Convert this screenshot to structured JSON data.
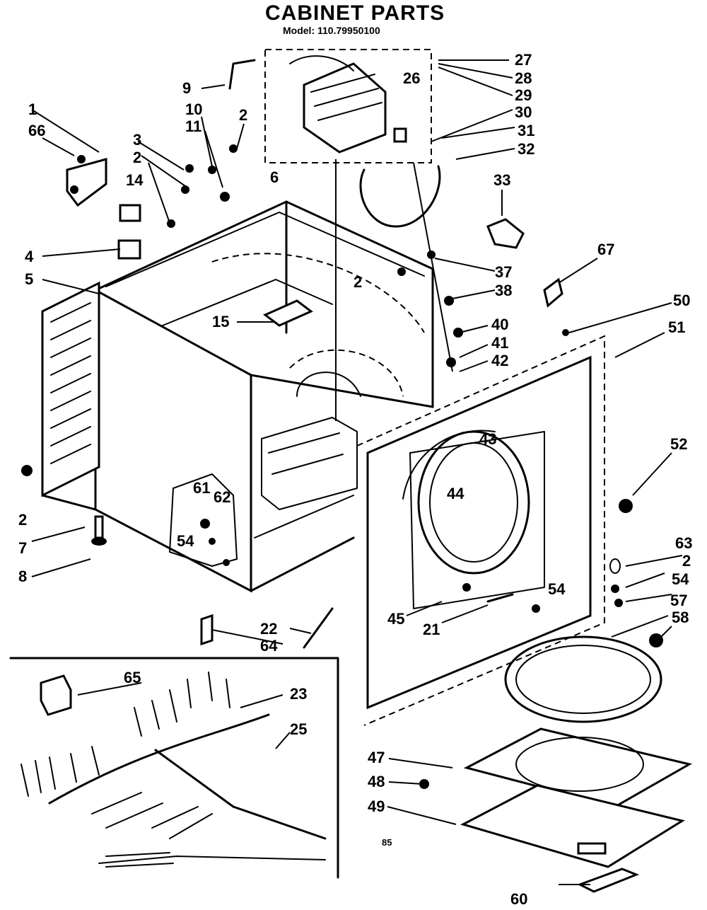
{
  "title": "CABINET PARTS",
  "model": "Model: 110.79950100",
  "page_mark": "85",
  "callouts": {
    "c1": "1",
    "c66": "66",
    "c14": "14",
    "c3": "3",
    "c2a": "2",
    "c10": "10",
    "c11": "11",
    "c2b": "2",
    "c6": "6",
    "c9": "9",
    "c26": "26",
    "c27": "27",
    "c28": "28",
    "c29": "29",
    "c30": "30",
    "c31": "31",
    "c32": "32",
    "c33": "33",
    "c67": "67",
    "c37": "37",
    "c2c": "2",
    "c38": "38",
    "c4": "4",
    "c5": "5",
    "c15": "15",
    "c40": "40",
    "c41": "41",
    "c42": "42",
    "c50": "50",
    "c51": "51",
    "c52": "52",
    "c43": "43",
    "c44": "44",
    "c2d": "2",
    "c7": "7",
    "c8": "8",
    "c61": "61",
    "c62": "62",
    "c54a": "54",
    "c63": "63",
    "c2e": "2",
    "c54b": "54",
    "c54c": "54",
    "c57": "57",
    "c58": "58",
    "c45": "45",
    "c21": "21",
    "c22": "22",
    "c64": "64",
    "c65": "65",
    "c23": "23",
    "c25": "25",
    "c47": "47",
    "c48": "48",
    "c49": "49",
    "c60": "60"
  }
}
